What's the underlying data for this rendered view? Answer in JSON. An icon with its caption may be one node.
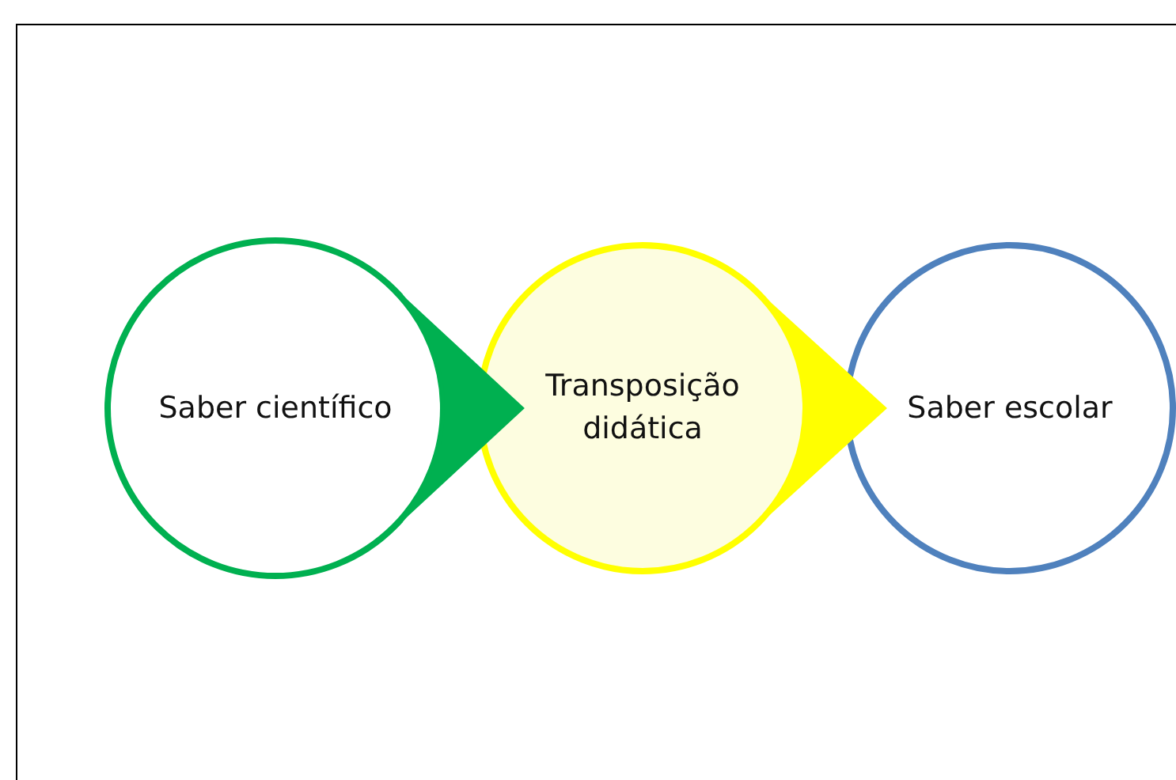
{
  "diagram": {
    "nodes": [
      {
        "text": [
          "Saber científico"
        ]
      },
      {
        "text": [
          "Transposição didática"
        ]
      },
      {
        "text": [
          "Saber escolar"
        ]
      }
    ],
    "edges": [
      {
        "from": 0,
        "to": 1,
        "arrow": "to",
        "color": "#00b050"
      },
      {
        "from": 1,
        "to": 2,
        "arrow": "to",
        "color": "#ffff00"
      }
    ]
  }
}
